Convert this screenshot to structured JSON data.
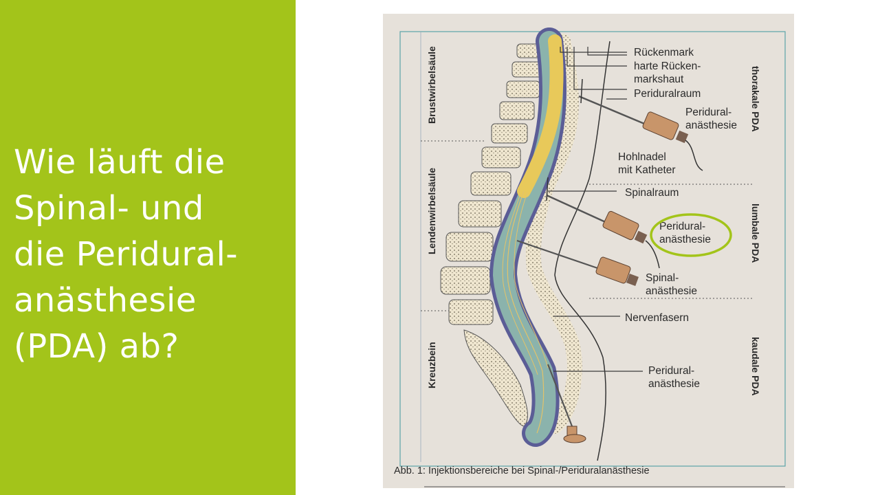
{
  "slide": {
    "accent_color": "#a3c41a",
    "title_lines": [
      "Wie läuft die",
      "Spinal- und",
      "die Periduralanästhesie",
      "(PDA) ab?"
    ],
    "title_line_1": "Wie läuft die",
    "title_line_2": "Spinal- und",
    "title_line_3": "die Periduralanästhesie",
    "title_line_4": "(PDA) ab?"
  },
  "figure": {
    "labels": {
      "rueckenmark": "Rückenmark",
      "harte_1": "harte Rücken-",
      "harte_2": "markshaut",
      "periduralraum": "Periduralraum",
      "pda_thorakal_1": "Peridural-",
      "pda_thorakal_2": "anästhesie",
      "hohlnadel_1": "Hohlnadel",
      "hohlnadel_2": "mit Katheter",
      "spinalraum": "Spinalraum",
      "pda_lumbal_1": "Peridural-",
      "pda_lumbal_2": "anästhesie",
      "spinal_1": "Spinal-",
      "spinal_2": "anästhesie",
      "nervenfasern": "Nervenfasern",
      "pda_kaudal_1": "Peridural-",
      "pda_kaudal_2": "anästhesie"
    },
    "regions_left": {
      "brust": "Brustwirbelsäule",
      "lenden": "Lendenwirbelsäule",
      "kreuz": "Kreuzbein"
    },
    "regions_right": {
      "thorakal": "thorakale PDA",
      "lumbal": "lumbale PDA",
      "kaudal": "kaudale PDA"
    },
    "caption": "Abb. 1: Injektionsbereiche bei Spinal-/Periduralanästhesie",
    "highlight_color": "#a3c41a"
  }
}
